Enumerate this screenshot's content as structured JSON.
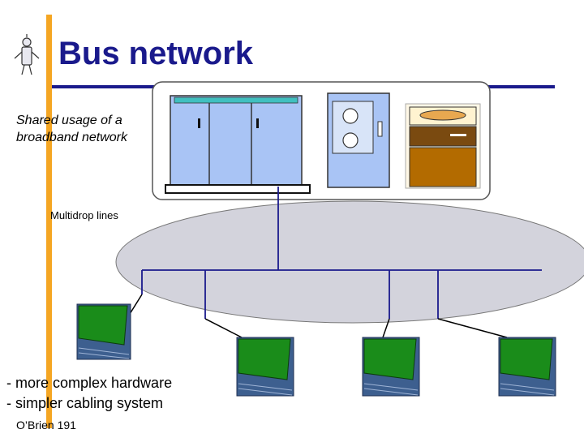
{
  "slide": {
    "title": "Bus network",
    "shared_text_line1": "Shared usage of a",
    "shared_text_line2": "broadband network",
    "multidrop_label": "Multidrop lines",
    "bullets": [
      "- more complex hardware",
      "- simpler cabling system"
    ],
    "citation": "O’Brien 191"
  },
  "colors": {
    "title": "#1a1a8c",
    "title_rule": "#1a1a8c",
    "left_bar": "#f5a623",
    "network_ellipse_fill": "#d3d3dc",
    "cable": "#1a1a8c",
    "terminal_screen": "#1a8c1a",
    "terminal_body": "#3d5f8f",
    "mainframe": "#a9c4f5",
    "printer": "#b36b00"
  },
  "icons": [
    "robot-clipart-icon",
    "mainframe-computer-icon",
    "disk-drive-icon",
    "printer-icon",
    "terminal-icon"
  ]
}
